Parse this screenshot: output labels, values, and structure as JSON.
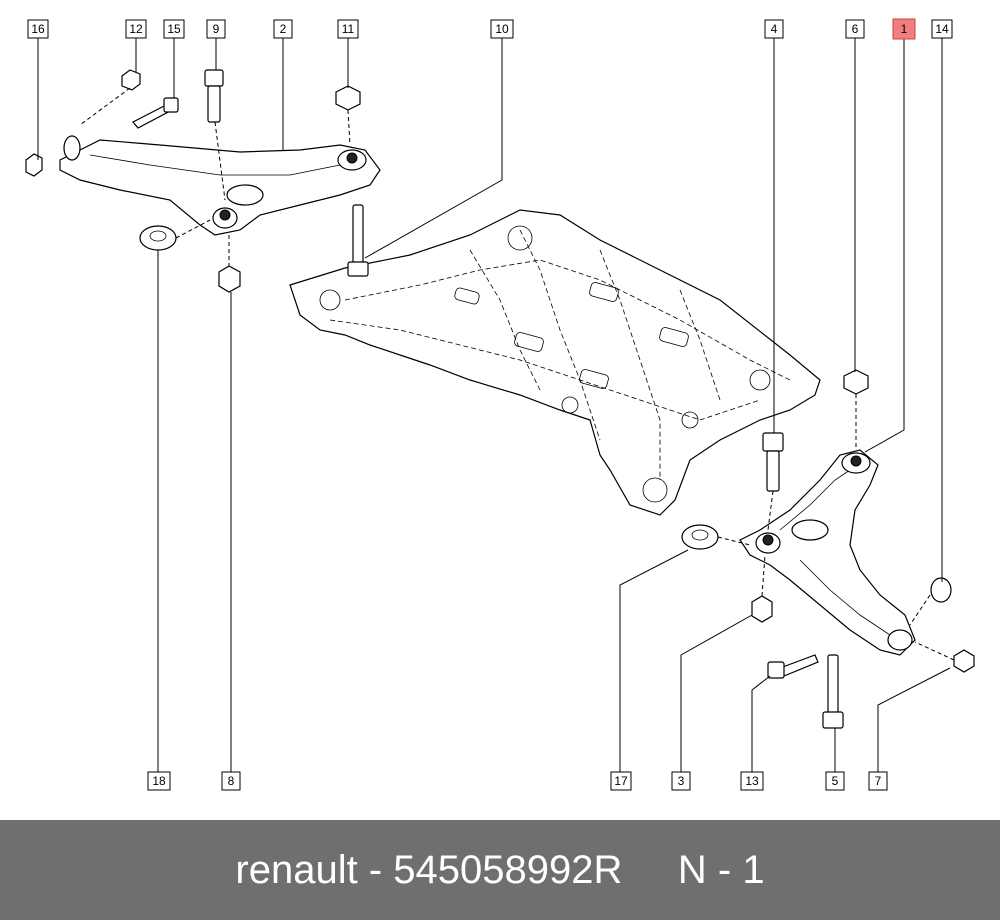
{
  "callouts": {
    "c1": "1",
    "c2": "2",
    "c3": "3",
    "c4": "4",
    "c5": "5",
    "c6": "6",
    "c7": "7",
    "c8": "8",
    "c9": "9",
    "c10": "10",
    "c11": "11",
    "c12": "12",
    "c13": "13",
    "c14": "14",
    "c15": "15",
    "c16": "16",
    "c17": "17",
    "c18": "18"
  },
  "highlight_color": "#f08080",
  "footer": {
    "text": "renault - 545058992R     N - 1",
    "background": "#6f6f6f"
  }
}
